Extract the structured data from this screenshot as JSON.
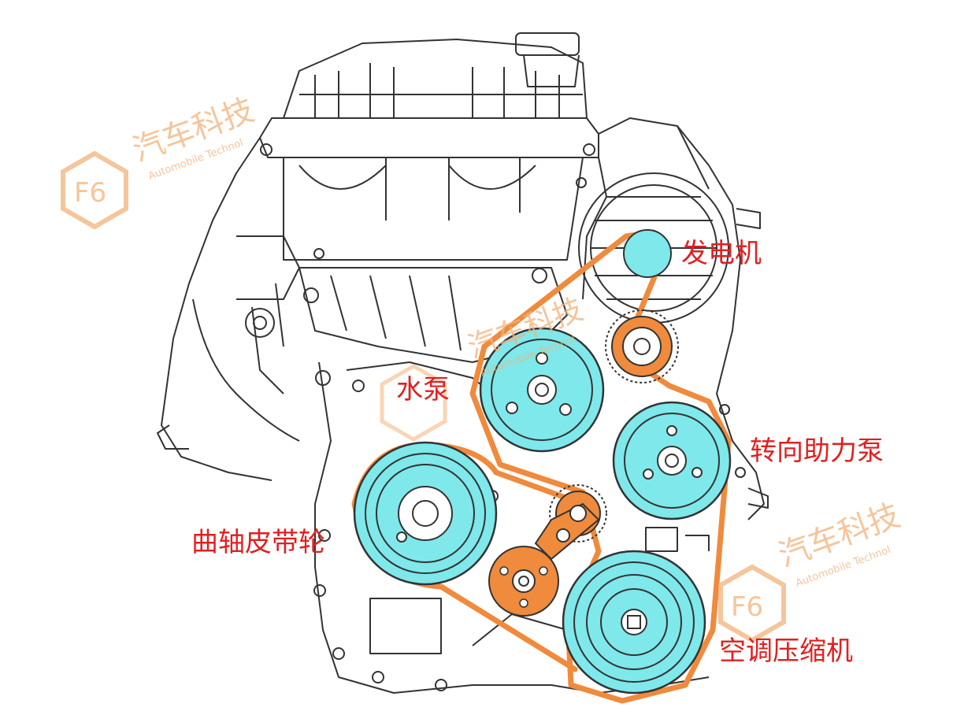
{
  "labels": {
    "alternator": "发电机",
    "water_pump": "水泵",
    "power_steering_pump": "转向助力泵",
    "crankshaft_pulley": "曲轴皮带轮",
    "ac_compressor": "空调压缩机"
  },
  "watermark": {
    "logo": "F6",
    "brand": "汽车科技",
    "subtitle": "Automobile Technol"
  },
  "colors": {
    "pulley_fill": "#7fe8ea",
    "belt": "#f08a3c",
    "tensioner": "#f08a3c",
    "label_text": "#e02020",
    "line_art": "#333333",
    "watermark": "#f2b27a"
  }
}
